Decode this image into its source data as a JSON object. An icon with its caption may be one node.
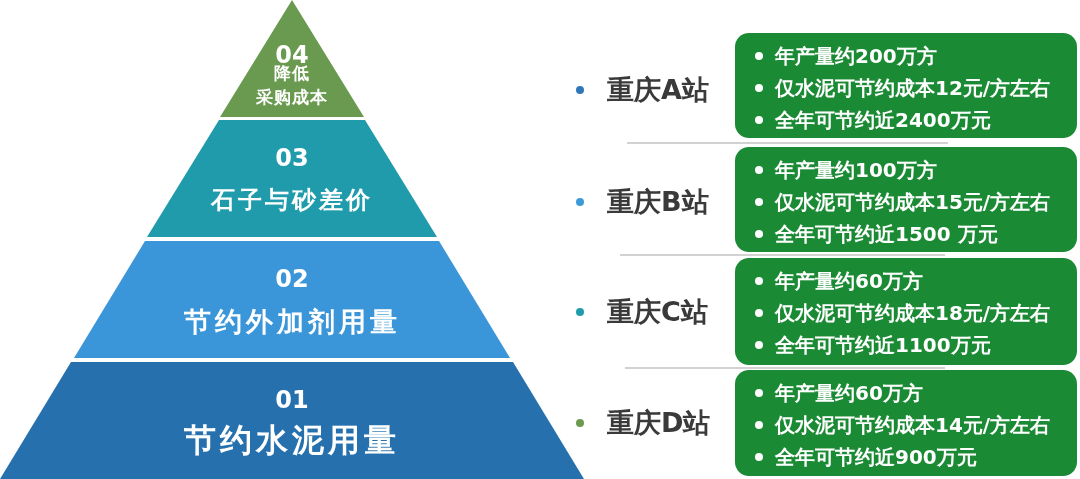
{
  "diagram": {
    "nodes": [
      {
        "text": [
          "04",
          "降低采购成本"
        ]
      },
      {
        "text": [
          "03",
          "石子与砂差价"
        ]
      },
      {
        "text": [
          "02",
          "节约外加剂用量"
        ]
      },
      {
        "text": [
          "01",
          "节约水泥用量"
        ]
      },
      {
        "text": [
          "年产量约200万方",
          "仅水泥可节约成本12元/方左右",
          "全年可节约近2400万元"
        ],
        "beside": [
          "重庆A站"
        ]
      },
      {
        "text": [
          "年产量约100万方",
          "仅水泥可节约成本15元/方左右",
          "全年可节约近1500 万元"
        ],
        "beside": [
          "重庆B站"
        ]
      },
      {
        "text": [
          "年产量约60万方",
          "仅水泥可节约成本18元/方左右",
          "全年可节约近1100万元"
        ],
        "beside": [
          "重庆C站"
        ]
      },
      {
        "text": [
          "年产量约60万方",
          "仅水泥可节约成本14元/方左右",
          "全年可节约近900万元"
        ],
        "beside": [
          "重庆D站"
        ]
      }
    ]
  }
}
